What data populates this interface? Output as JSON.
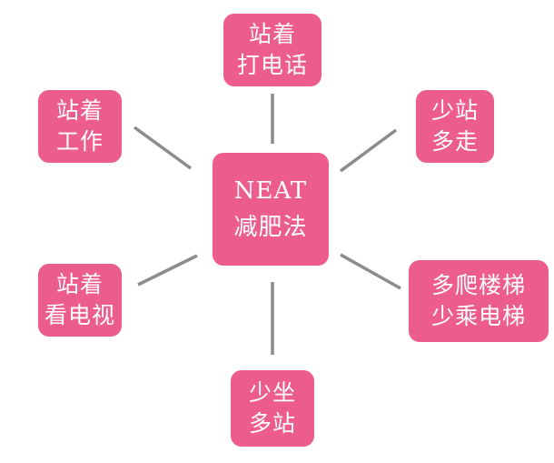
{
  "diagram": {
    "colors": {
      "node_fill": "#ec5c8c",
      "node_text": "#ffffff",
      "connector": "#8c8c8c",
      "background": "#ffffff"
    },
    "center": {
      "line1": "NEAT",
      "line2": "减肥法"
    },
    "nodes": {
      "phone": {
        "line1": "站着",
        "line2": "打电话"
      },
      "work": {
        "line1": "站着",
        "line2": "工作"
      },
      "walk": {
        "line1": "少站",
        "line2": "多走"
      },
      "tv": {
        "line1": "站着",
        "line2": "看电视"
      },
      "stairs": {
        "line1": "多爬楼梯",
        "line2": "少乘电梯"
      },
      "sit": {
        "line1": "少坐",
        "line2": "多站"
      }
    }
  }
}
